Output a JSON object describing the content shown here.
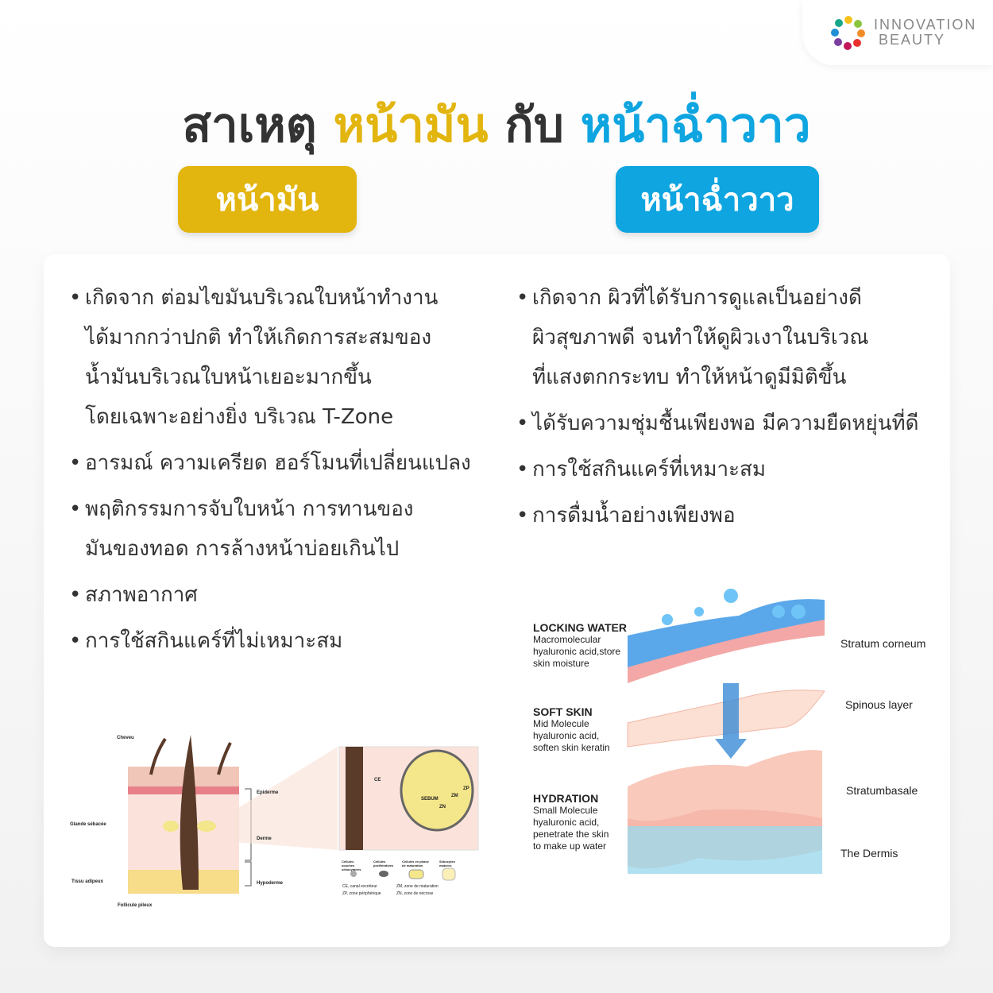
{
  "logo": {
    "line1": "INNOVATION",
    "line2": "BEAUTY"
  },
  "title": {
    "part1": "สาเหตุ",
    "part2": "หน้ามัน",
    "part3": "กับ",
    "part4": "หน้าฉ่ำวาว"
  },
  "colors": {
    "oily": "#e2b50f",
    "glowy": "#0ea5e0",
    "text": "#333333"
  },
  "oily": {
    "label": "หน้ามัน",
    "bullets": [
      [
        "เกิดจาก ต่อมไขมันบริเวณใบหน้าทำงาน",
        "ได้มากกว่าปกติ ทำให้เกิดการสะสมของ",
        "น้ำมันบริเวณใบหน้าเยอะมากขึ้น",
        "โดยเฉพาะอย่างยิ่ง บริเวณ T-Zone"
      ],
      [
        "อารมณ์ ความเครียด ฮอร์โมนที่เปลี่ยนแปลง"
      ],
      [
        "พฤติกรรมการจับใบหน้า การทานของ",
        "มันของทอด การล้างหน้าบ่อยเกินไป"
      ],
      [
        "สภาพอากาศ"
      ],
      [
        "การใช้สกินแคร์ที่ไม่เหมาะสม"
      ]
    ]
  },
  "glowy": {
    "label": "หน้าฉ่ำวาว",
    "bullets": [
      [
        "เกิดจาก ผิวที่ได้รับการดูแลเป็นอย่างดี",
        "ผิวสุขภาพดี จนทำให้ดูผิวเงาในบริเวณ",
        "ที่แสงตกกระทบ ทำให้หน้าดูมีมิติขึ้น"
      ],
      [
        "ได้รับความชุ่มชื้นเพียงพอ มีความยืดหยุ่นที่ดี"
      ],
      [
        "การใช้สกินแคร์ที่เหมาะสม"
      ],
      [
        "การดื่มน้ำอย่างเพียงพอ"
      ]
    ]
  },
  "skin_diagram": {
    "labels": [
      "Cheveu",
      "Glande sébacée",
      "Tissu adipeux",
      "Follicule pileux",
      "Epiderme",
      "Derme",
      "Hypoderme"
    ],
    "zoom_labels": [
      "CE",
      "SEBUM",
      "ZM",
      "ZP",
      "ZN"
    ],
    "legend": [
      "Cellules souches sébocytaires",
      "Cellules prolifératives",
      "Cellules en phase de maturation",
      "Sébocytes matures"
    ],
    "key": [
      "CE, canal excréteur",
      "ZP, zone périphérique",
      "ZM, zone de maturation",
      "ZN, zone de nécrose"
    ]
  },
  "layers_diagram": {
    "left": [
      {
        "title": "LOCKING WATER",
        "lines": [
          "Macromolecular",
          "hyaluronic acid,store",
          "skin moisture"
        ]
      },
      {
        "title": "SOFT SKIN",
        "lines": [
          "Mid Molecule",
          "hyaluronic acid,",
          "soften skin keratin"
        ]
      },
      {
        "title": "HYDRATION",
        "lines": [
          "Small Molecule",
          "hyaluronic acid,",
          "penetrate the skin",
          "to make up water"
        ]
      }
    ],
    "right": [
      "Stratum corneum",
      "Spinous layer",
      "Stratumbasale",
      "The Dermis"
    ]
  }
}
